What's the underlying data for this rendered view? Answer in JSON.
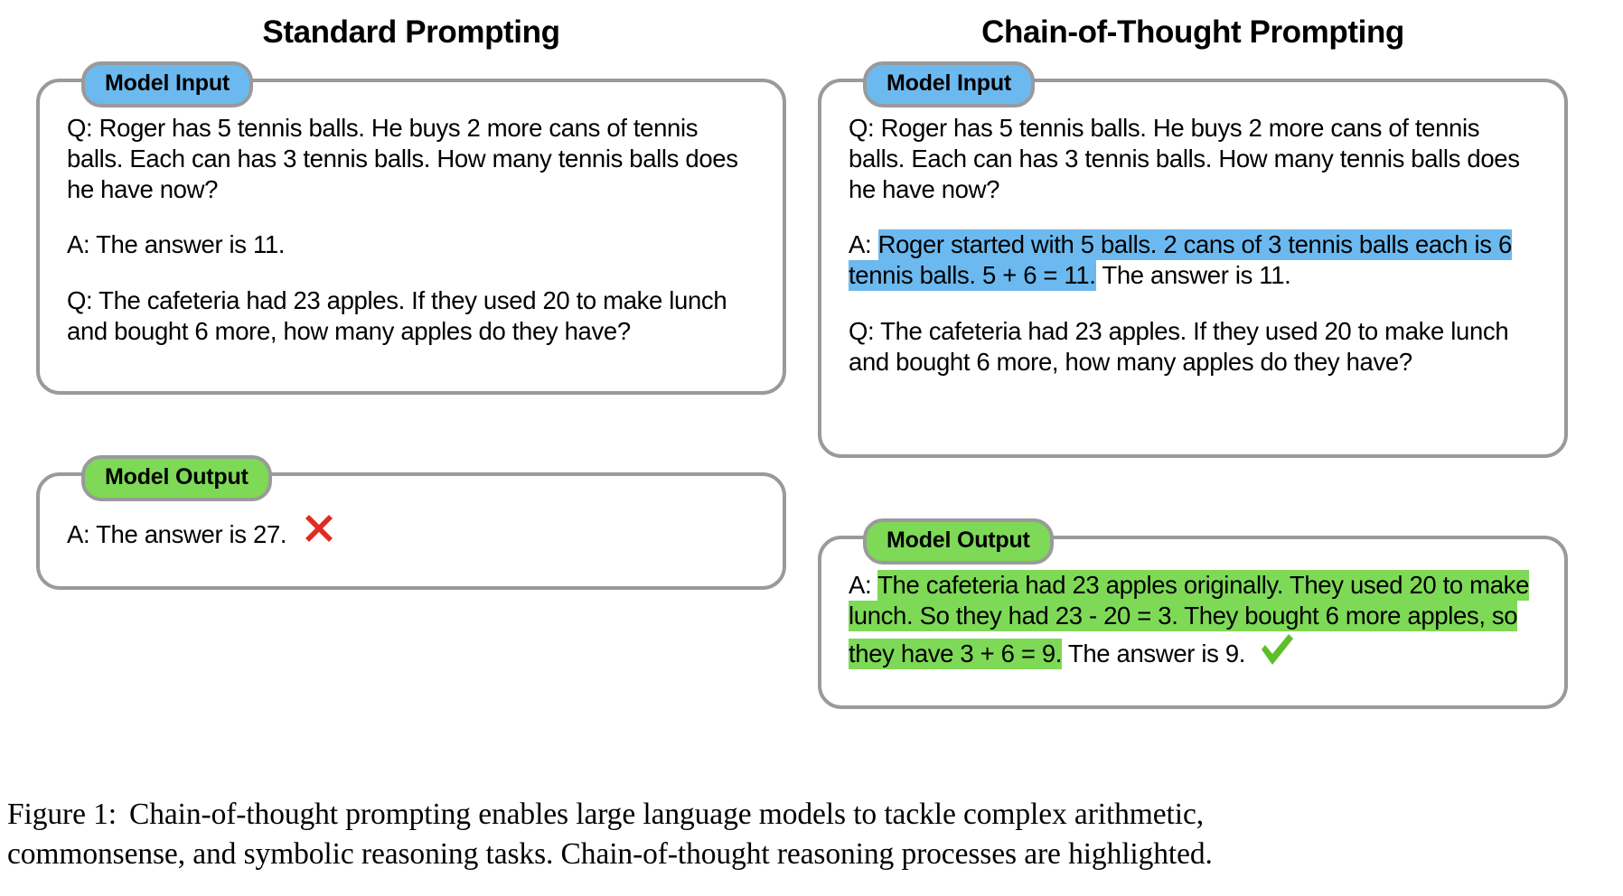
{
  "figure": {
    "caption_label": "Figure 1:",
    "caption_line1": "Chain-of-thought prompting enables large language models to tackle complex arithmetic,",
    "caption_line2": "commonsense, and symbolic reasoning tasks. Chain-of-thought reasoning processes are highlighted."
  },
  "colors": {
    "badge_input_blue": "#6cb9f0",
    "badge_output_green": "#7ed957",
    "highlight_blue": "#6cb9f0",
    "highlight_green": "#7ed957",
    "panel_border_gray": "#9a9a9a",
    "cross_red": "#e02b20",
    "check_green": "#5cbf2a"
  },
  "columns": [
    {
      "title": "Standard Prompting",
      "input": {
        "badge": "Model Input",
        "question1": "Q: Roger has 5 tennis balls. He buys 2 more cans of tennis balls. Each can has 3 tennis balls. How many tennis balls does he have now?",
        "answer1": "A: The answer is 11.",
        "question2": "Q: The cafeteria had 23 apples. If they used 20 to make lunch and bought 6 more, how many apples do they have?"
      },
      "output": {
        "badge": "Model Output",
        "answer_prefix": "A: The answer is 27.",
        "mark": "cross-icon"
      }
    },
    {
      "title": "Chain-of-Thought Prompting",
      "input": {
        "badge": "Model Input",
        "question1": "Q: Roger has 5 tennis balls. He buys 2 more cans of tennis balls. Each can has 3 tennis balls. How many tennis balls does he have now?",
        "answer1_prefix": "A: ",
        "answer1_highlight": "Roger started with 5 balls. 2 cans of 3 tennis balls each is 6 tennis balls. 5 + 6 = 11.",
        "answer1_suffix": " The answer is 11.",
        "question2": "Q: The cafeteria had 23 apples. If they used 20 to make lunch and bought 6 more, how many apples do they have?"
      },
      "output": {
        "badge": "Model Output",
        "answer_prefix": "A: ",
        "answer_highlight": "The cafeteria had 23 apples originally. They used 20 to make lunch. So they had 23 - 20 = 3. They bought 6 more apples, so they have 3 + 6 = 9.",
        "answer_suffix": " The answer is 9.",
        "mark": "check-icon"
      }
    }
  ]
}
